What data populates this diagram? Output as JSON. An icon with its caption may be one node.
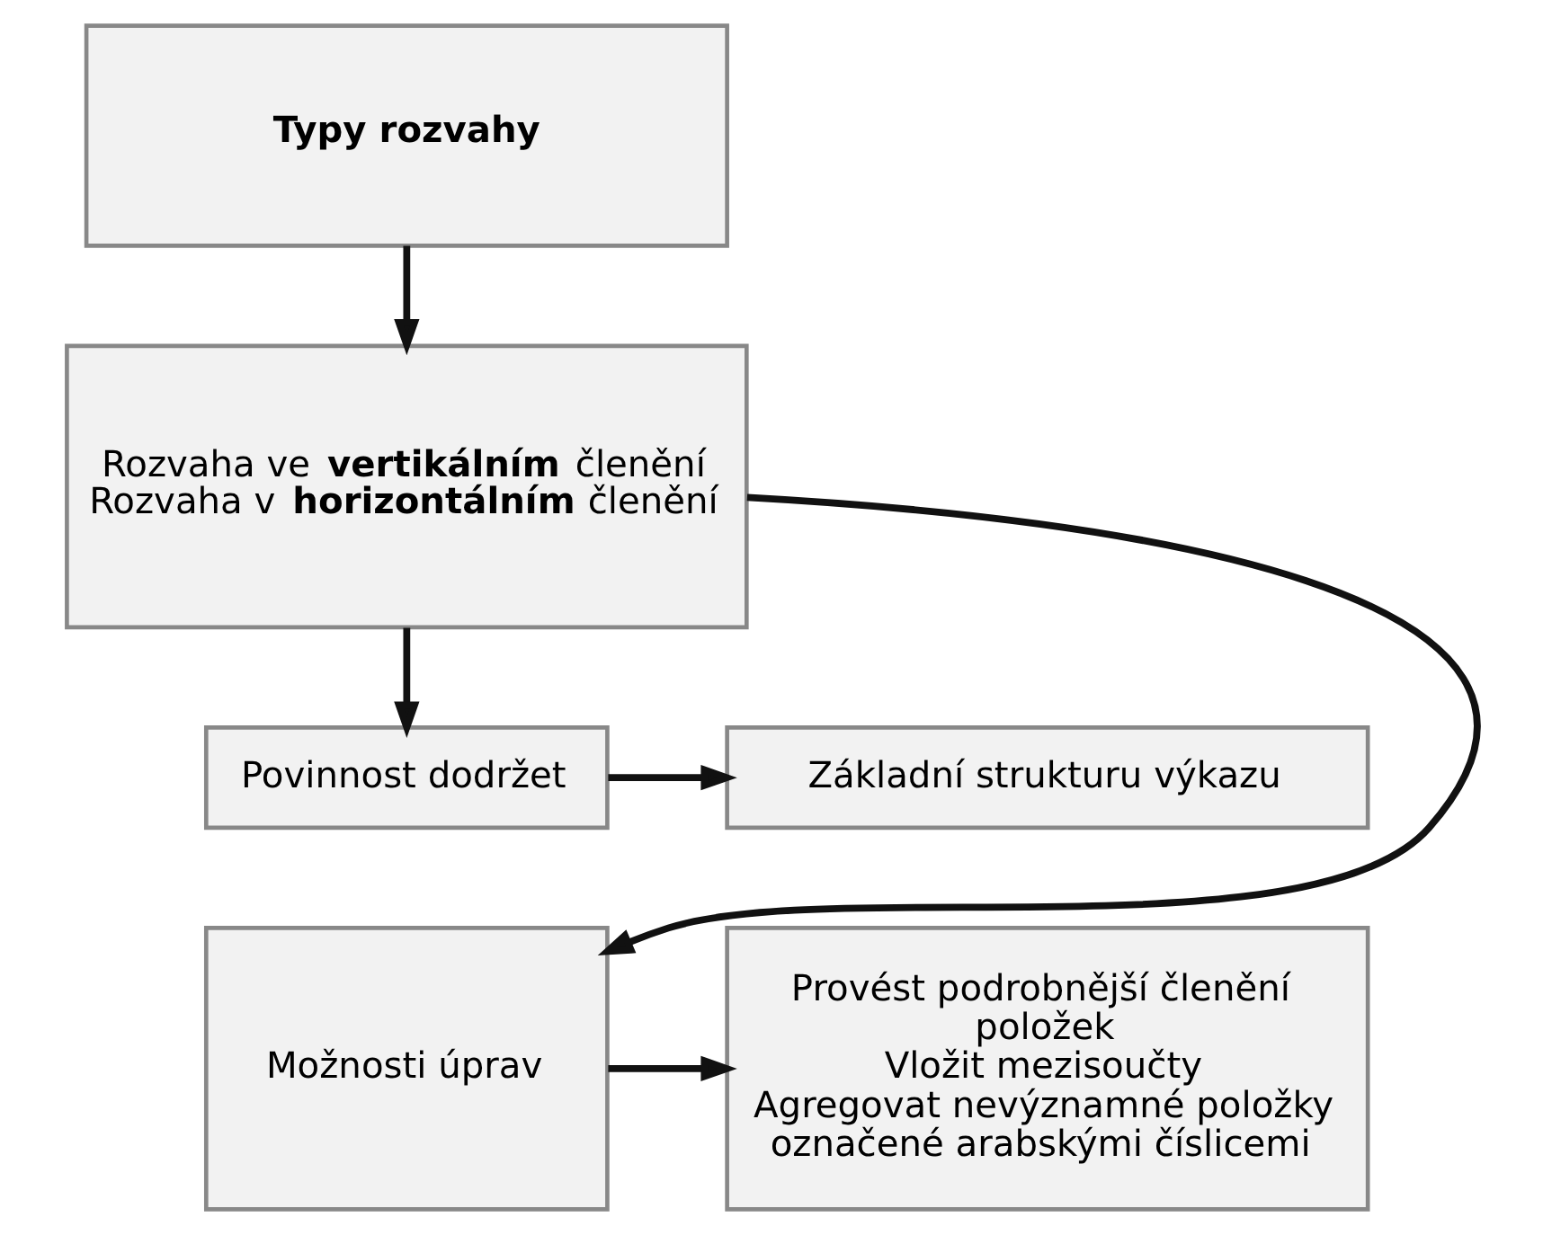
{
  "diagram": {
    "nodes": [
      {
        "text": [
          "Typy rozvahy"
        ]
      },
      {
        "text": [
          "Rozvaha ve **vertikálním** členění",
          "Rozvaha v **horizontálním** členění"
        ]
      },
      {
        "text": [
          "Povinnost dodržet"
        ]
      },
      {
        "text": [
          "Základní strukturu výkazu"
        ]
      },
      {
        "text": [
          "Možnosti úprav"
        ]
      },
      {
        "text": [
          "Provést podrobnější členění položek",
          "Vložit mezisoučty",
          "Agregovat nevýznamné položky označené arabskými číslicemi"
        ]
      }
    ],
    "edges": [
      {
        "from": 0,
        "to": 1,
        "arrow": "to"
      },
      {
        "from": 1,
        "to": 2,
        "arrow": "to"
      },
      {
        "from": 2,
        "to": 3,
        "arrow": "to"
      },
      {
        "from": 4,
        "to": 5,
        "arrow": "to"
      },
      {
        "from": 1,
        "to": 4,
        "arrow": "to"
      }
    ]
  }
}
